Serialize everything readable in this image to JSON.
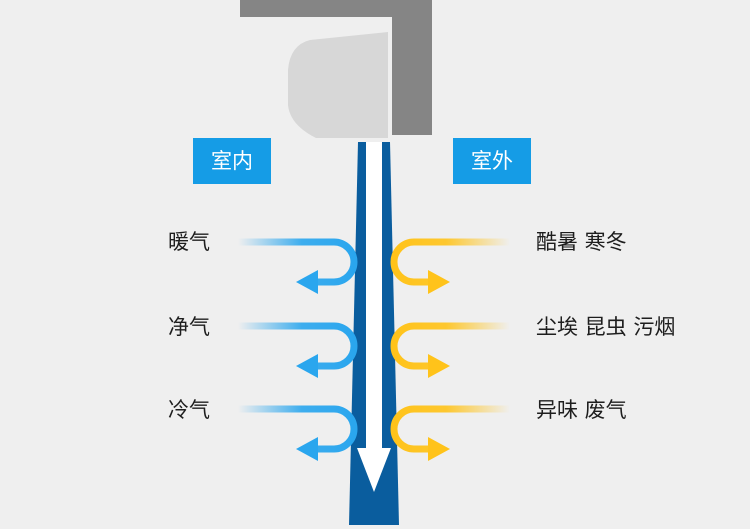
{
  "tags": {
    "indoor": "室内",
    "outdoor": "室外"
  },
  "indoor_labels": [
    "暖气",
    "净气",
    "冷气"
  ],
  "outdoor_labels": [
    "酷暑 寒冬",
    "尘埃 昆虫 污烟",
    "异味 废气"
  ],
  "colors": {
    "background": "#efefef",
    "wall": "#858585",
    "unit": "#d7d7d7",
    "pipe": "#0a5d9e",
    "tag": "#159ce6",
    "indoor_arrow": "#2aa6ee",
    "outdoor_arrow": "#ffc31a"
  }
}
